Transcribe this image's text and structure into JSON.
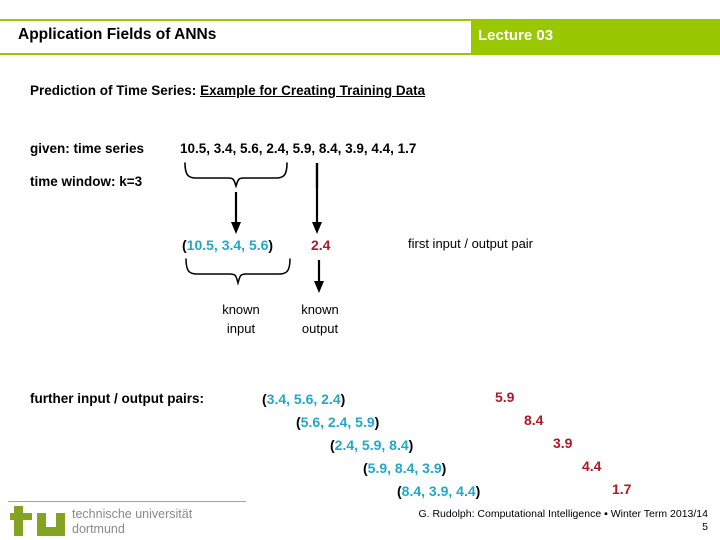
{
  "header": {
    "title": "Application Fields of ANNs",
    "lecture": "Lecture 03",
    "bar_color": "#9ac800"
  },
  "subtitle": {
    "plain": "Prediction of Time Series:",
    "underlined": "Example for Creating Training Data"
  },
  "given": {
    "label": "given: time series",
    "series": "10.5, 3.4, 5.6, 2.4, 5.9, 8.4, 3.9, 4.4, 1.7",
    "window_label": "time window: k=3"
  },
  "first_pair": {
    "open_paren": "(",
    "inputs": "10.5, 3.4, 5.6",
    "close_paren": ")",
    "output": "2.4",
    "note": "first input / output pair",
    "input_caption_line1": "known",
    "input_caption_line2": "input",
    "output_caption_line1": "known",
    "output_caption_line2": "output",
    "input_color": "#21a8c8",
    "output_color": "#b01828"
  },
  "further": {
    "label": "further input / output pairs:",
    "rows": [
      {
        "open_paren": "(",
        "inputs": "3.4, 5.6, 2.4",
        "close_paren": ")",
        "output": "5.9"
      },
      {
        "open_paren": "(",
        "inputs": "5.6, 2.4, 5.9",
        "close_paren": ")",
        "output": "8.4"
      },
      {
        "open_paren": "(",
        "inputs": "2.4, 5.9, 8.4",
        "close_paren": ")",
        "output": "3.9"
      },
      {
        "open_paren": "(",
        "inputs": "5.9, 8.4, 3.9",
        "close_paren": ")",
        "output": "4.4"
      },
      {
        "open_paren": "(",
        "inputs": "8.4, 3.9, 4.4",
        "close_paren": ")",
        "output": "1.7"
      }
    ]
  },
  "chart_data": {
    "type": "table",
    "title": "Prediction of Time Series: Example for Creating Training Data",
    "time_series": [
      10.5,
      3.4,
      5.6,
      2.4,
      5.9,
      8.4,
      3.9,
      4.4,
      1.7
    ],
    "window_size": 3,
    "columns": [
      "input (known input)",
      "output (known output)"
    ],
    "rows": [
      {
        "input": [
          10.5,
          3.4,
          5.6
        ],
        "output": 2.4
      },
      {
        "input": [
          3.4,
          5.6,
          2.4
        ],
        "output": 5.9
      },
      {
        "input": [
          5.6,
          2.4,
          5.9
        ],
        "output": 8.4
      },
      {
        "input": [
          2.4,
          5.9,
          8.4
        ],
        "output": 3.9
      },
      {
        "input": [
          5.9,
          8.4,
          3.9
        ],
        "output": 4.4
      },
      {
        "input": [
          8.4,
          3.9,
          4.4
        ],
        "output": 1.7
      }
    ]
  },
  "footer": {
    "logo_line1": "technische universität",
    "logo_line2": "dortmund",
    "logo_mark": "tu",
    "credit": "G. Rudolph: Computational Intelligence ▪ Winter Term 2013/14",
    "page": "5",
    "logo_color": "#84a322"
  }
}
